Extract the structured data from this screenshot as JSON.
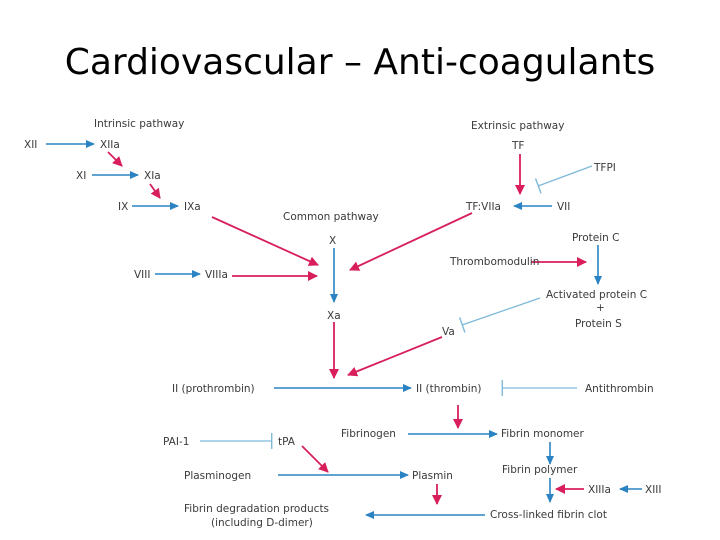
{
  "title": "Cardiovascular – Anti-coagulants",
  "colors": {
    "activation": "#d81e5b",
    "conversion": "#2b83c3",
    "inhibition": "#7fb9d9",
    "text": "#3a3a3a"
  },
  "labels": {
    "intrinsic_pathway": "Intrinsic pathway",
    "extrinsic_pathway": "Extrinsic pathway",
    "common_pathway": "Common pathway",
    "xii": "XII",
    "xiia": "XIIa",
    "xi": "XI",
    "xia": "XIa",
    "ix": "IX",
    "ixa": "IXa",
    "viii": "VIII",
    "viiia": "VIIIa",
    "tf": "TF",
    "tfpi": "TFPI",
    "tf_viia": "TF:VIIa",
    "vii": "VII",
    "x": "X",
    "xa": "Xa",
    "va": "Va",
    "protein_c": "Protein C",
    "thrombomodulin": "Thrombomodulin",
    "activated_protein_c": "Activated protein C",
    "plus": "+",
    "protein_s": "Protein S",
    "prothrombin": "II (prothrombin)",
    "thrombin": "II (thrombin)",
    "antithrombin": "Antithrombin",
    "fibrinogen": "Fibrinogen",
    "fibrin_monomer": "Fibrin monomer",
    "pai1": "PAI-1",
    "tpa": "tPA",
    "plasminogen": "Plasminogen",
    "plasmin": "Plasmin",
    "fibrin_polymer": "Fibrin polymer",
    "xiiia": "XIIIa",
    "xiii": "XIII",
    "fdp_line1": "Fibrin degradation products",
    "fdp_line2": "(including D-dimer)",
    "crosslinked_clot": "Cross-linked fibrin clot"
  }
}
